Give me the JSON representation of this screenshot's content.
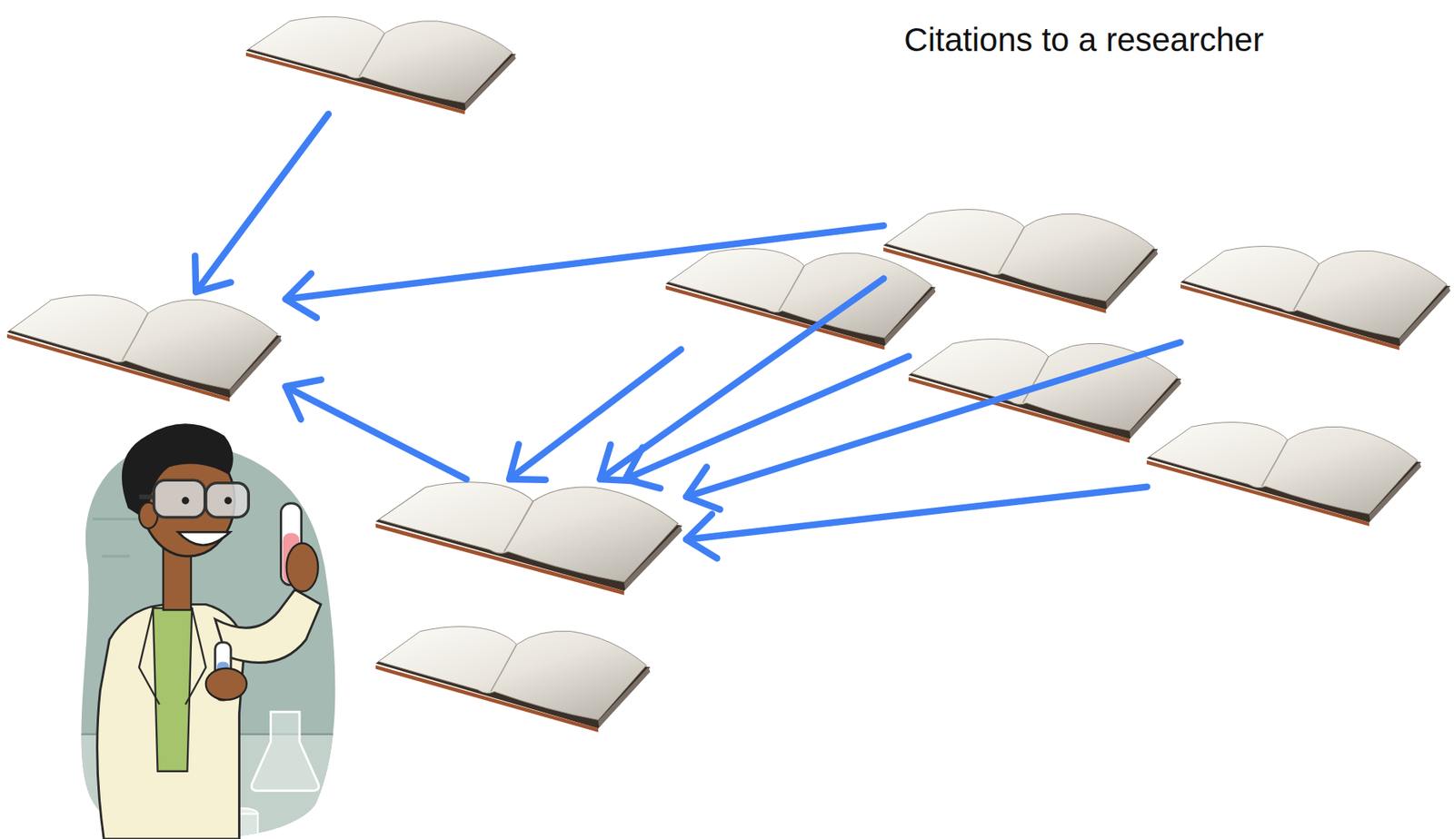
{
  "diagram": {
    "title": "Citations to a researcher",
    "nodes": [
      {
        "text": []
      },
      {
        "text": []
      },
      {
        "text": []
      },
      {
        "text": []
      },
      {
        "text": []
      },
      {
        "text": []
      },
      {
        "text": []
      },
      {
        "text": []
      },
      {
        "text": []
      }
    ],
    "edges": [
      {
        "from": 0,
        "to": 1,
        "arrow": "to"
      },
      {
        "from": 3,
        "to": 1,
        "arrow": "to"
      },
      {
        "from": 7,
        "to": 1,
        "arrow": "to"
      },
      {
        "from": 2,
        "to": 7,
        "arrow": "to"
      },
      {
        "from": 3,
        "to": 7,
        "arrow": "to"
      },
      {
        "from": 5,
        "to": 7,
        "arrow": "to"
      },
      {
        "from": 4,
        "to": 7,
        "arrow": "to"
      },
      {
        "from": 6,
        "to": 7,
        "arrow": "to"
      }
    ]
  }
}
